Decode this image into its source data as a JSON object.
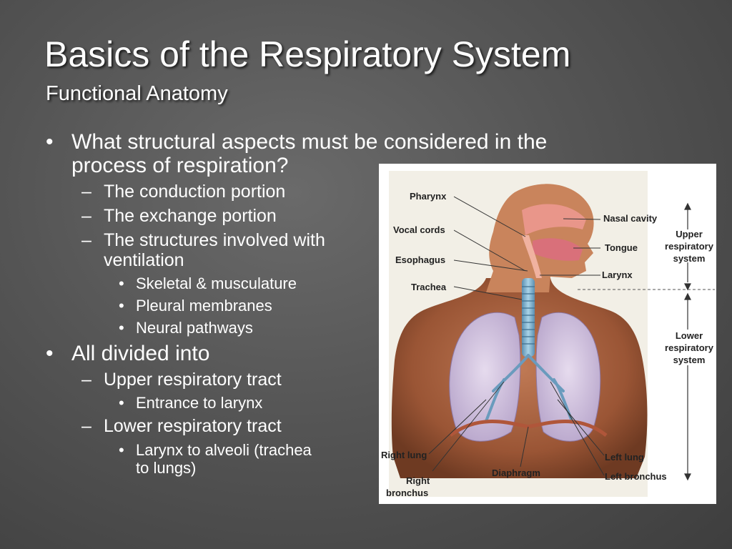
{
  "slide": {
    "title": "Basics of the Respiratory System",
    "subtitle": "Functional Anatomy"
  },
  "bullets": {
    "q_line1": "What structural aspects must be considered in the",
    "q_line2": "process of respiration?",
    "conduction": "The conduction portion",
    "exchange": "The exchange portion",
    "structures_line1": "The structures involved with",
    "structures_line2": "ventilation",
    "skeletal": "Skeletal & musculature",
    "pleural": "Pleural membranes",
    "neural": "Neural pathways",
    "divided": "All divided into",
    "upper_tract": "Upper respiratory tract",
    "entrance": "Entrance to larynx",
    "lower_tract": "Lower respiratory tract",
    "larynx_line1": "Larynx to alveoli (trachea",
    "larynx_line2": "to lungs)"
  },
  "figure": {
    "labels": {
      "pharynx": "Pharynx",
      "vocal_cords": "Vocal cords",
      "esophagus": "Esophagus",
      "trachea": "Trachea",
      "nasal_cavity": "Nasal cavity",
      "tongue": "Tongue",
      "larynx": "Larynx",
      "right_lung": "Right lung",
      "right_bronchus_1": "Right",
      "right_bronchus_2": "bronchus",
      "diaphragm": "Diaphragm",
      "left_lung": "Left lung",
      "left_bronchus": "Left bronchus",
      "upper_1": "Upper",
      "upper_2": "respiratory",
      "upper_3": "system",
      "lower_1": "Lower",
      "lower_2": "respiratory",
      "lower_3": "system"
    }
  }
}
